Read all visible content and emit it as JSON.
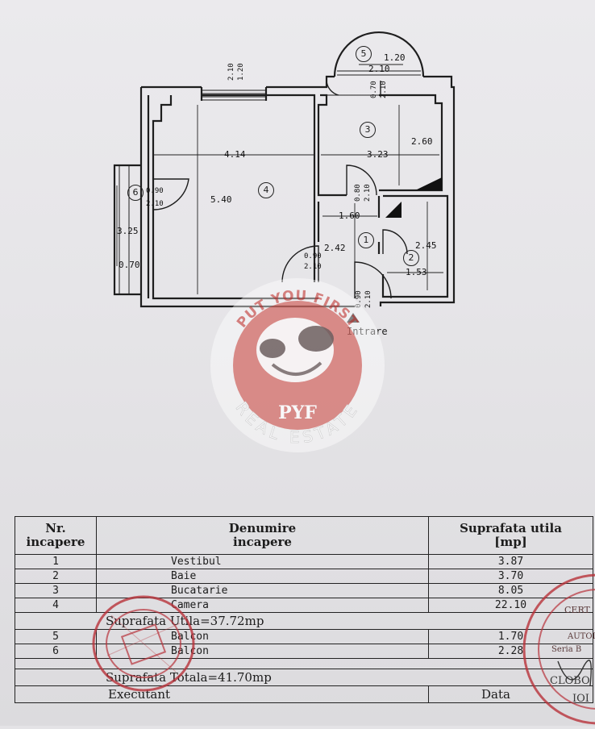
{
  "plan": {
    "rooms": [
      {
        "num": "1"
      },
      {
        "num": "2"
      },
      {
        "num": "3"
      },
      {
        "num": "4"
      },
      {
        "num": "5"
      },
      {
        "num": "6"
      }
    ],
    "dims": {
      "d_top_window_a": "2.10",
      "d_top_window_b": "1.20",
      "d_balc5_w1": "1.20",
      "d_balc5_w2": "2.10",
      "d_r3_door_a": "0.70",
      "d_r3_door_b": "2.10",
      "d_r3_h": "2.60",
      "d_r3_w": "3.23",
      "d_r4_w": "4.14",
      "d_r4_h": "5.40",
      "d_r6_door_a": "0.90",
      "d_r6_door_b": "2.10",
      "d_r6_h": "3.25",
      "d_r6_w": "0.70",
      "d_r1_door_a": "0.80",
      "d_r1_door_b": "2.10",
      "d_r1_w": "1.60",
      "d_r1_h": "2.42",
      "d_r2_h": "2.45",
      "d_r2_w": "1.53",
      "d_r4_door_a": "0.90",
      "d_r4_door_b": "2.10",
      "d_ent_door_a": "0.90",
      "d_ent_door_b": "2.10"
    },
    "entrance_label": "Intrare"
  },
  "watermark": {
    "top_text": "PUT YOU FIRST",
    "bottom_text": "REAL ESTATE",
    "center_text": "PYF",
    "color": "#c9524f"
  },
  "table": {
    "headers": {
      "nr_line1": "Nr.",
      "nr_line2": "incapere",
      "name_line1": "Denumire",
      "name_line2": "incapere",
      "area_line1": "Suprafata utila",
      "area_line2": "[mp]"
    },
    "rows_a": [
      {
        "nr": "1",
        "name": "Vestibul",
        "area": "3.87"
      },
      {
        "nr": "2",
        "name": "Baie",
        "area": "3.70"
      },
      {
        "nr": "3",
        "name": "Bucatarie",
        "area": "8.05"
      },
      {
        "nr": "4",
        "name": "Camera",
        "area": "22.10"
      }
    ],
    "useful_total": "Suprafata Utila=37.72mp",
    "rows_b": [
      {
        "nr": "5",
        "name": "Balcon",
        "area": "1.70"
      },
      {
        "nr": "6",
        "name": "Balcon",
        "area": "2.28"
      }
    ],
    "grand_total": "Suprafata Totala=41.70mp",
    "footer_left": "Executant",
    "footer_right": "Data"
  },
  "stamps": {
    "left_color": "#b8323a",
    "right_color": "#b8323a",
    "right_lines": [
      "CERT",
      "AUTOI",
      "Seria B",
      "CLOBO",
      "IOI"
    ]
  }
}
